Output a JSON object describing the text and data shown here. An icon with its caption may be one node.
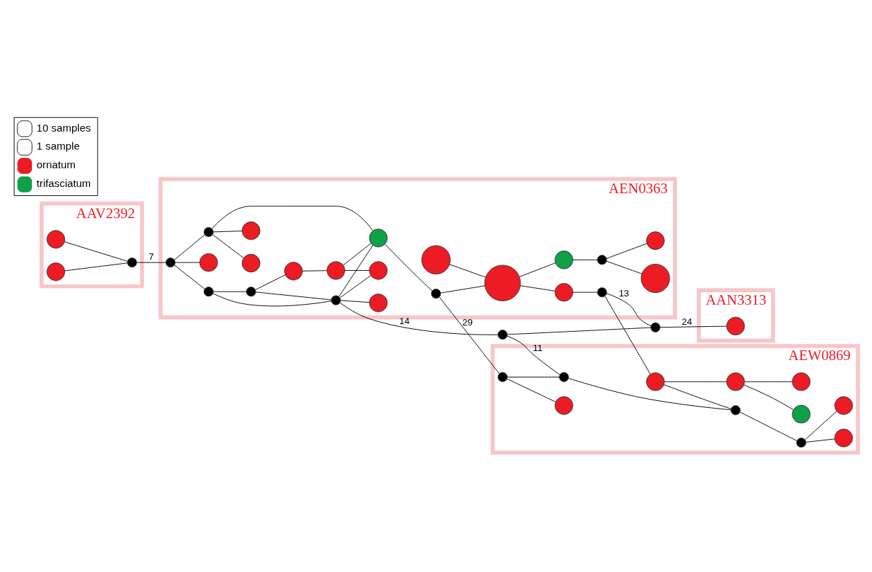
{
  "diagram": {
    "nodes": [
      {
        "text": [
          "AAV2392"
        ]
      },
      {
        "text": [],
        "shape": "circle",
        "in": 0
      },
      {
        "text": [],
        "shape": "circle",
        "in": 0
      },
      {
        "text": [],
        "shape": "circle",
        "in": 0
      },
      {
        "text": [
          "AAN3313"
        ]
      },
      {
        "text": [],
        "shape": "circle",
        "in": 4
      },
      {
        "text": [
          "AEN0363"
        ]
      },
      {
        "text": [],
        "shape": "circle",
        "in": 6
      },
      {
        "text": [],
        "shape": "circle",
        "in": 6
      },
      {
        "text": [],
        "shape": "circle",
        "in": 6
      },
      {
        "text": [],
        "shape": "circle",
        "in": 6
      },
      {
        "text": [],
        "shape": "circle",
        "in": 6
      },
      {
        "text": [],
        "shape": "circle",
        "in": 6
      },
      {
        "text": [],
        "shape": "circle",
        "in": 6
      },
      {
        "text": [],
        "shape": "circle",
        "in": 6
      },
      {
        "text": [],
        "shape": "circle",
        "in": 6
      },
      {
        "text": [],
        "shape": "circle",
        "in": 6
      },
      {
        "text": [],
        "shape": "circle",
        "in": 6
      },
      {
        "text": [],
        "shape": "circle",
        "in": 6
      },
      {
        "text": [],
        "shape": "circle",
        "in": 6
      },
      {
        "text": [],
        "shape": "circle",
        "in": 6
      },
      {
        "text": [],
        "shape": "circle",
        "in": 6
      },
      {
        "text": [],
        "shape": "circle",
        "in": 6
      },
      {
        "text": [],
        "shape": "circle",
        "in": 6
      },
      {
        "text": [],
        "shape": "circle",
        "in": 6
      },
      {
        "text": [],
        "shape": "circle",
        "in": 6
      },
      {
        "text": [],
        "shape": "circle",
        "in": 6
      },
      {
        "text": [],
        "shape": "circle",
        "in": 6
      },
      {
        "text": [],
        "shape": "circle",
        "in": 6
      },
      {
        "text": [],
        "shape": "circle"
      },
      {
        "text": [],
        "shape": "circle"
      },
      {
        "text": [
          "AEW0869"
        ]
      },
      {
        "text": [],
        "shape": "circle",
        "in": 31
      },
      {
        "text": [],
        "shape": "circle",
        "in": 31
      },
      {
        "text": [],
        "shape": "circle",
        "in": 31
      },
      {
        "text": [],
        "shape": "circle",
        "in": 31
      },
      {
        "text": [],
        "shape": "circle",
        "in": 31
      },
      {
        "text": [],
        "shape": "circle",
        "in": 31
      },
      {
        "text": [],
        "shape": "circle",
        "in": 31
      },
      {
        "text": [],
        "shape": "circle",
        "in": 31
      },
      {
        "text": [],
        "shape": "circle",
        "in": 31
      },
      {
        "text": [],
        "shape": "circle",
        "in": 31
      },
      {
        "text": [],
        "shape": "circle",
        "in": 31
      }
    ],
    "edges": [
      {
        "from": 1,
        "to": 2,
        "arrow": "none"
      },
      {
        "from": 3,
        "to": 2,
        "arrow": "none"
      },
      {
        "from": 2,
        "to": 14,
        "arrow": "none",
        "label": "7"
      },
      {
        "from": 14,
        "to": 15,
        "arrow": "none"
      },
      {
        "from": 14,
        "to": 10,
        "arrow": "none"
      },
      {
        "from": 14,
        "to": 16,
        "arrow": "none"
      },
      {
        "from": 10,
        "to": 8,
        "arrow": "none"
      },
      {
        "from": 10,
        "to": 12,
        "arrow": "none"
      },
      {
        "from": 8,
        "to": 7,
        "arrow": "none"
      },
      {
        "from": 8,
        "to": 12,
        "arrow": "none"
      },
      {
        "from": 7,
        "to": 9,
        "arrow": "none"
      },
      {
        "from": 9,
        "to": 17,
        "arrow": "none"
      },
      {
        "from": 9,
        "to": 11,
        "arrow": "none"
      },
      {
        "from": 12,
        "to": 11,
        "arrow": "none"
      },
      {
        "from": 12,
        "to": 13,
        "arrow": "none"
      },
      {
        "from": 12,
        "to": 29,
        "arrow": "none",
        "label": "14"
      },
      {
        "from": 12,
        "to": 17,
        "arrow": "none"
      },
      {
        "from": 16,
        "to": 17,
        "arrow": "none"
      },
      {
        "from": 16,
        "to": 18,
        "arrow": "none"
      },
      {
        "from": 16,
        "to": 19,
        "arrow": "none"
      },
      {
        "from": 17,
        "to": 20,
        "arrow": "none"
      },
      {
        "from": 20,
        "to": 22,
        "arrow": "none"
      },
      {
        "from": 20,
        "to": 33,
        "arrow": "none",
        "label": "29"
      },
      {
        "from": 21,
        "to": 22,
        "arrow": "none"
      },
      {
        "from": 22,
        "to": 23,
        "arrow": "none"
      },
      {
        "from": 22,
        "to": 24,
        "arrow": "none"
      },
      {
        "from": 23,
        "to": 25,
        "arrow": "none"
      },
      {
        "from": 25,
        "to": 26,
        "arrow": "none"
      },
      {
        "from": 25,
        "to": 27,
        "arrow": "none"
      },
      {
        "from": 24,
        "to": 28,
        "arrow": "none"
      },
      {
        "from": 28,
        "to": 30,
        "arrow": "none",
        "label": "13"
      },
      {
        "from": 30,
        "to": 5,
        "arrow": "none",
        "label": "24"
      },
      {
        "from": 29,
        "to": 30,
        "arrow": "none"
      },
      {
        "from": 29,
        "to": 34,
        "arrow": "none",
        "label": "11"
      },
      {
        "from": 28,
        "to": 35,
        "arrow": "none"
      },
      {
        "from": 33,
        "to": 32,
        "arrow": "none"
      },
      {
        "from": 33,
        "to": 34,
        "arrow": "none"
      },
      {
        "from": 34,
        "to": 36,
        "arrow": "none"
      },
      {
        "from": 35,
        "to": 36,
        "arrow": "none"
      },
      {
        "from": 36,
        "to": 38,
        "arrow": "none"
      },
      {
        "from": 38,
        "to": 37,
        "arrow": "none"
      },
      {
        "from": 38,
        "to": 42,
        "arrow": "none"
      },
      {
        "from": 35,
        "to": 39,
        "arrow": "none"
      },
      {
        "from": 39,
        "to": 40,
        "arrow": "none"
      },
      {
        "from": 39,
        "to": 41,
        "arrow": "none"
      }
    ],
    "legend": [
      {
        "text": "10 samples"
      },
      {
        "text": "1 sample"
      },
      {
        "text": "ornatum",
        "color": "#ed1c24"
      },
      {
        "text": "trifasciatum",
        "color": "#0ea14a"
      }
    ]
  }
}
